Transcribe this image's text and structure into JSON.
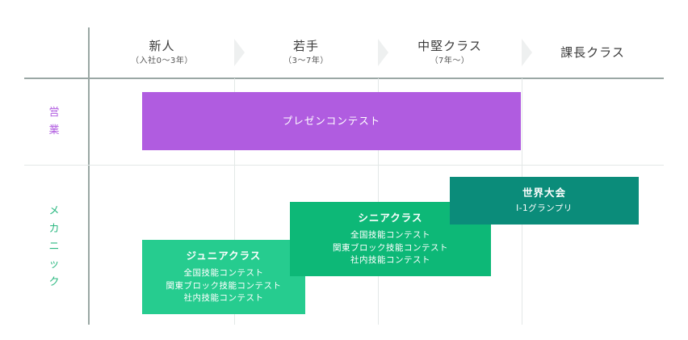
{
  "columns": [
    {
      "title": "新人",
      "subtitle": "（入社0〜3年）"
    },
    {
      "title": "若手",
      "subtitle": "（3〜7年）"
    },
    {
      "title": "中堅クラス",
      "subtitle": "（7年〜）"
    },
    {
      "title": "課長クラス",
      "subtitle": ""
    }
  ],
  "rows": [
    {
      "label": [
        "営",
        "業"
      ],
      "color": "#b05ce0"
    },
    {
      "label": [
        "メ",
        "カ",
        "ニ",
        "ッ",
        "ク"
      ],
      "color": "#2db982"
    }
  ],
  "blocks": {
    "sales_presentation": {
      "title": "プレゼンコンテスト",
      "lines": [],
      "color": "#b05ce0"
    },
    "junior": {
      "title": "ジュニアクラス",
      "lines": [
        "全国技能コンテスト",
        "関東ブロック技能コンテスト",
        "社内技能コンテスト"
      ],
      "color": "#26cc8f"
    },
    "senior": {
      "title": "シニアクラス",
      "lines": [
        "全国技能コンテスト",
        "関東ブロック技能コンテスト",
        "社内技能コンテスト"
      ],
      "color": "#0db877"
    },
    "world": {
      "title": "世界大会",
      "lines": [
        "I-1グランプリ"
      ],
      "color": "#0b8c7a"
    }
  },
  "colors": {
    "grid_main": "#9aa7a4",
    "grid_light": "#e3e8e7",
    "header_text": "#3b3b3b"
  }
}
